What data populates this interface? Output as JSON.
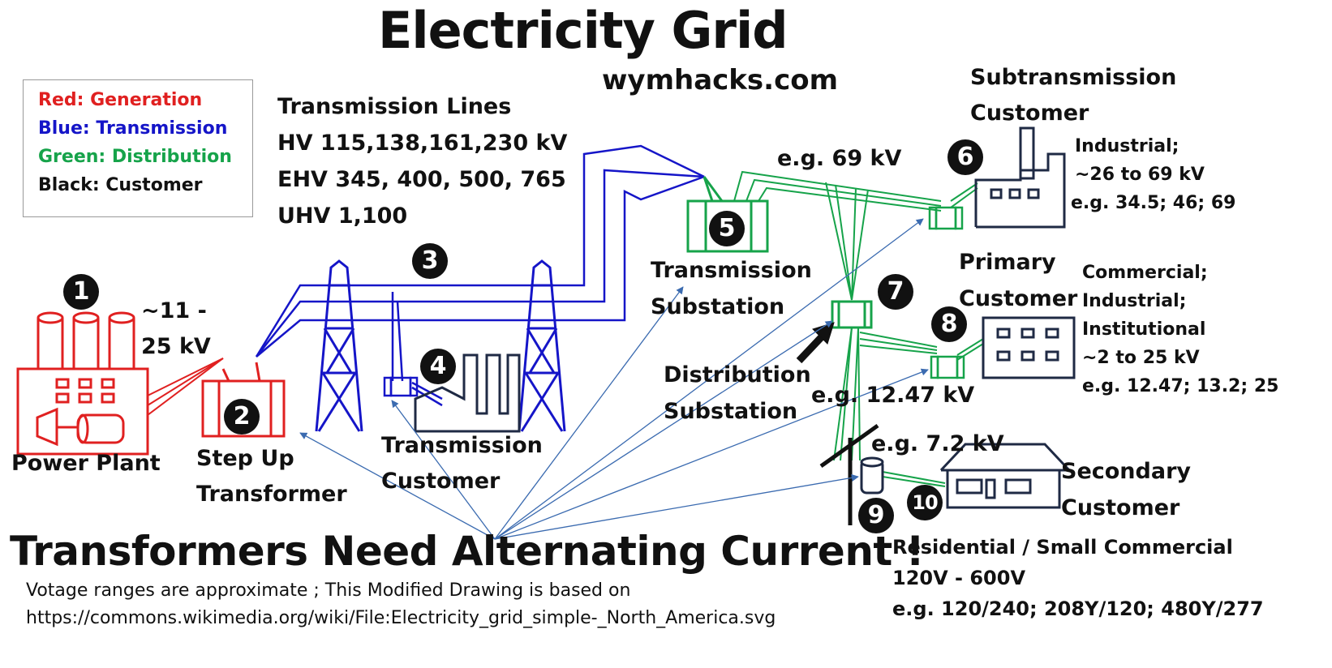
{
  "title": "Electricity Grid",
  "site": "wymhacks.com",
  "legend": [
    {
      "text": "Red: Generation",
      "color": "#e02020"
    },
    {
      "text": "Blue: Transmission",
      "color": "#1515c8"
    },
    {
      "text": "Green: Distribution",
      "color": "#16a34a"
    },
    {
      "text": "Black: Customer",
      "color": "#111111"
    }
  ],
  "colors": {
    "generation": "#e02020",
    "transmission": "#1515c8",
    "distribution": "#16a34a",
    "customer": "#1f2a44",
    "arrow": "#3b6bb0"
  },
  "badges": [
    "1",
    "2",
    "3",
    "4",
    "5",
    "6",
    "7",
    "8",
    "9",
    "10"
  ],
  "labels": {
    "power_plant": "Power Plant",
    "gen_voltage_1": "~11 -",
    "gen_voltage_2": "25 kV",
    "step_up_1": "Step Up",
    "step_up_2": "Transformer",
    "trans_lines_title": "Transmission Lines",
    "trans_lines_hv": "HV 115,138,161,230 kV",
    "trans_lines_ehv": "EHV 345, 400, 500, 765",
    "trans_lines_uhv": "UHV 1,100",
    "trans_customer_1": "Transmission",
    "trans_customer_2": "Customer",
    "trans_substation_1": "Transmission",
    "trans_substation_2": "Substation",
    "eg_69": "e.g. 69 kV",
    "subtrans_1": "Subtransmission",
    "subtrans_2": "Customer",
    "subtrans_detail_1": "Industrial;",
    "subtrans_detail_2": "~26 to 69 kV",
    "subtrans_detail_3": "e.g. 34.5; 46; 69",
    "primary_1": "Primary",
    "primary_2": "Customer",
    "primary_detail_1": "Commercial;",
    "primary_detail_2": "Industrial;",
    "primary_detail_3": "Institutional",
    "primary_detail_4": "~2 to 25 kV",
    "primary_detail_5": "e.g. 12.47; 13.2; 25",
    "dist_sub_1": "Distribution",
    "dist_sub_2": "Substation",
    "eg_1247": "e.g. 12.47 kV",
    "eg_72": "e.g. 7.2 kV",
    "secondary_1": "Secondary",
    "secondary_2": "Customer",
    "residential_1": "Residential / Small Commercial",
    "residential_2": "120V - 600V",
    "residential_3": "e.g. 120/240; 208Y/120; 480Y/277"
  },
  "footer": {
    "headline": "Transformers Need Alternating Current !",
    "note_1": "Votage ranges are approximate ; This Modified Drawing is based on",
    "note_2": "https://commons.wikimedia.org/wiki/File:Electricity_grid_simple-_North_America.svg"
  }
}
